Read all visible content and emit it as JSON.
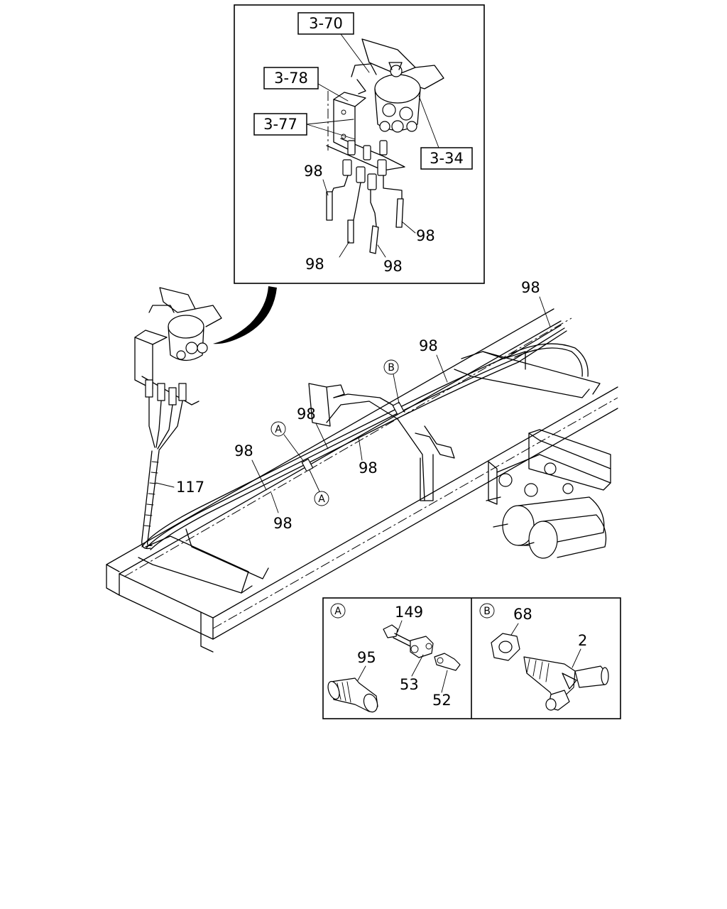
{
  "callouts": {
    "c3_70": "3-70",
    "c3_78": "3-78",
    "c3_77": "3-77",
    "c3_34": "3-34",
    "p98": "98",
    "p117": "117",
    "p149": "149",
    "p95": "95",
    "p53": "53",
    "p52": "52",
    "p68": "68",
    "p2": "2"
  },
  "markers": {
    "a": "A",
    "b": "B"
  }
}
